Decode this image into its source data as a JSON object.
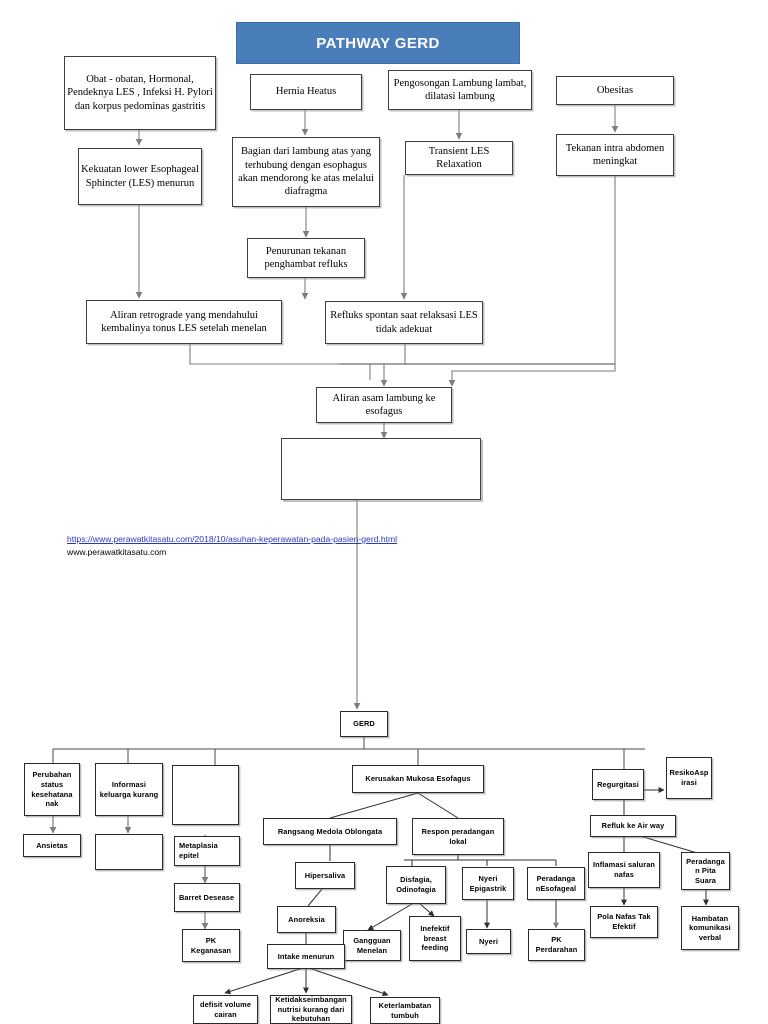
{
  "title_banner": {
    "label": "PATHWAY GERD",
    "color": "#4a7ebb",
    "text_color": "#ffffff"
  },
  "source": {
    "url_text": "https://www.perawatkitasatu.com/2018/10/asuhan-keperawatan-pada-pasien-gerd.html",
    "site_text": "www.perawatkitasatu.com",
    "link_color": "#2a36c8"
  },
  "upper_flow": {
    "nodes": [
      {
        "id": "obat",
        "label": "Obat - obatan, Hormonal, Pendeknya LES , Infeksi H. Pylori dan korpus pedominas gastritis"
      },
      {
        "id": "hernia",
        "label": "Hernia Heatus"
      },
      {
        "id": "pengosongan",
        "label": "Pengosongan Lambung lambat, dilatasi lambung"
      },
      {
        "id": "obesitas",
        "label": "Obesitas"
      },
      {
        "id": "kekuatan",
        "label": "Kekuatan lower Esophageal Sphincter (LES) menurun"
      },
      {
        "id": "bagian",
        "label": "Bagian dari lambung atas yang terhubung dengan esophagus akan mendorong ke atas melalui diafragma"
      },
      {
        "id": "transient",
        "label": "Transient LES Relaxation"
      },
      {
        "id": "tekanan",
        "label": "Tekanan intra abdomen meningkat"
      },
      {
        "id": "penurunan",
        "label": "Penurunan tekanan penghambat refluks"
      },
      {
        "id": "aliran_retro",
        "label": "Aliran retrograde yang mendahului kembalinya tonus LES setelah menelan"
      },
      {
        "id": "refluks",
        "label": "Refluks spontan saat relaksasi LES tidak adekuat"
      },
      {
        "id": "aliran_asam",
        "label": "Aliran asam lambung ke esofagus"
      },
      {
        "id": "empty_big",
        "label": ""
      }
    ]
  },
  "lower_flow": {
    "nodes": [
      {
        "id": "gerd",
        "label": "GERD"
      },
      {
        "id": "perubahan",
        "label": "Perubahan status kesehatana nak"
      },
      {
        "id": "ansietas",
        "label": "Ansietas"
      },
      {
        "id": "informasi",
        "label": "Informasi keluarga kurang"
      },
      {
        "id": "empty_info",
        "label": ""
      },
      {
        "id": "empty_meta",
        "label": ""
      },
      {
        "id": "metaplasia",
        "label": "Metaplasia epitel"
      },
      {
        "id": "barret",
        "label": "Barret Desease"
      },
      {
        "id": "pk_keganasan",
        "label": "PK Keganasan"
      },
      {
        "id": "kerusakan",
        "label": "Kerusakan Mukosa Esofagus"
      },
      {
        "id": "rangsang",
        "label": "Rangsang Medola Oblongata"
      },
      {
        "id": "respon",
        "label": "Respon peradangan lokal"
      },
      {
        "id": "hipersaliva",
        "label": "Hipersaliva"
      },
      {
        "id": "disfagia",
        "label": "Disfagia, Odinofagia"
      },
      {
        "id": "nyeri_epi",
        "label": "Nyeri Epigastrik"
      },
      {
        "id": "peradangan_eso",
        "label": "Peradanga nEsofageal"
      },
      {
        "id": "anoreksia",
        "label": "Anoreksia"
      },
      {
        "id": "gangguan",
        "label": "Gangguan Menelan"
      },
      {
        "id": "inefektif",
        "label": "Inefektif breast feeding"
      },
      {
        "id": "nyeri",
        "label": "Nyeri"
      },
      {
        "id": "pk_perdarahan",
        "label": "PK Perdarahan"
      },
      {
        "id": "intake",
        "label": "Intake menurun"
      },
      {
        "id": "defisit",
        "label": "defisit volume cairan"
      },
      {
        "id": "ketidakseimbangan",
        "label": "Ketidakseimbangan nutrisi kurang dari kebutuhan"
      },
      {
        "id": "keterlambatan",
        "label": "Keterlambatan tumbuh"
      },
      {
        "id": "regurgitasi",
        "label": "Regurgitasi"
      },
      {
        "id": "resiko_asp",
        "label": "ResikoAsp irasi"
      },
      {
        "id": "refluk_air",
        "label": "Refluk ke Air way"
      },
      {
        "id": "inflamasi",
        "label": "Inflamasi saluran nafas"
      },
      {
        "id": "peradangan_pita",
        "label": "Peradanga n Pita Suara"
      },
      {
        "id": "pola_nafas",
        "label": "Pola Nafas Tak Efektif"
      },
      {
        "id": "hambatan",
        "label": "Hambatan komunikasi verbal"
      }
    ]
  }
}
